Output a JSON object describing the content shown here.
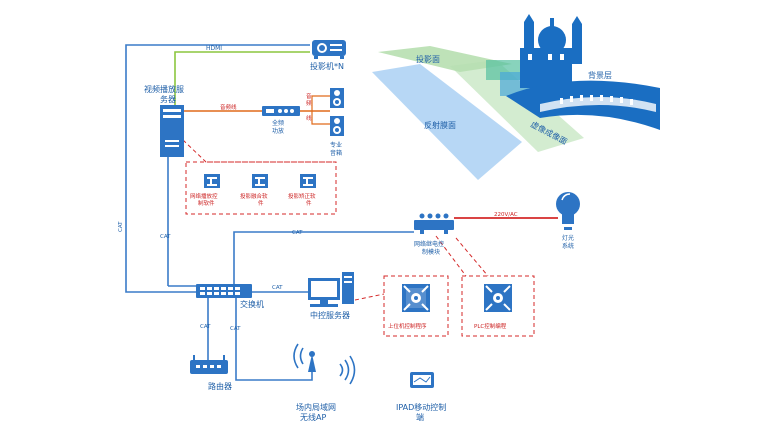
{
  "colors": {
    "blue": "#2d74c4",
    "line_blue": "#3a7bc8",
    "red": "#d42a2a",
    "orange": "#e06a1a",
    "green": "#8cc63f"
  },
  "labels": {
    "hdmi": "HDMI",
    "projector": "投影机*N",
    "video_server_1": "视频播放服",
    "video_server_2": "务器",
    "audio_line": "音频线",
    "amp_1": "全频",
    "amp_2": "功放",
    "speaker_line_1": "音",
    "speaker_line_2": "频",
    "speaker_line_3": "线",
    "pro_speaker_1": "专业",
    "pro_speaker_2": "音箱",
    "net_play_1": "网络播放控",
    "net_play_2": "制软件",
    "proj_fusion_1": "投影融合软",
    "proj_fusion_2": "件",
    "proj_correct_1": "投影矫正软",
    "proj_correct_2": "件",
    "proj_plane": "投影面",
    "reflect_plane": "反射膜面",
    "virtual_plane": "虚像成像面",
    "background": "背景层",
    "cat": "CAT",
    "ac220": "220V/AC",
    "relay_1": "网络继电控",
    "relay_2": "制模块",
    "light_1": "灯光",
    "light_2": "系统",
    "switch": "交换机",
    "control_server": "中控服务器",
    "upper_prog": "上位机控制程序",
    "plc_prog": "PLC控制编程",
    "router": "路由器",
    "wifi_1": "场内局域网",
    "wifi_2": "无线AP",
    "ipad_1": "IPAD移动控制",
    "ipad_2": "端"
  }
}
